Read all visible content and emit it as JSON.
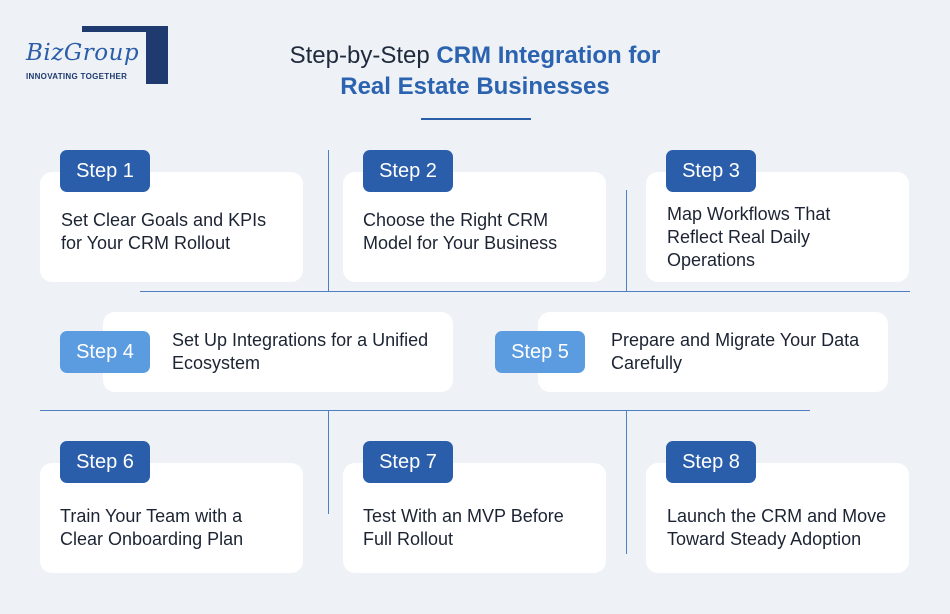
{
  "logo": {
    "wordmark": "BizGroup",
    "tagline": "INNOVATING TOGETHER"
  },
  "title": {
    "line1_plain": "Step-by-Step ",
    "line1_accent": "CRM Integration for",
    "line2_accent": "Real Estate Businesses"
  },
  "colors": {
    "background": "#eef1f5",
    "dark_badge": "#2a5eaa",
    "light_badge": "#5b9be0",
    "accent_text": "#2b63b0"
  },
  "steps": [
    {
      "label": "Step 1",
      "text": "Set Clear Goals and KPIs for Your CRM Rollout"
    },
    {
      "label": "Step 2",
      "text": "Choose the Right CRM Model for Your Business"
    },
    {
      "label": "Step 3",
      "text": "Map Workflows That Reflect Real Daily Operations"
    },
    {
      "label": "Step 4",
      "text": "Set Up Integrations for a Unified Ecosystem"
    },
    {
      "label": "Step 5",
      "text": "Prepare and Migrate Your Data Carefully"
    },
    {
      "label": "Step 6",
      "text": "Train Your Team with a Clear Onboarding Plan"
    },
    {
      "label": "Step 7",
      "text": "Test With an MVP Before Full Rollout"
    },
    {
      "label": "Step 8",
      "text": "Launch the CRM and Move Toward Steady Adoption"
    }
  ]
}
